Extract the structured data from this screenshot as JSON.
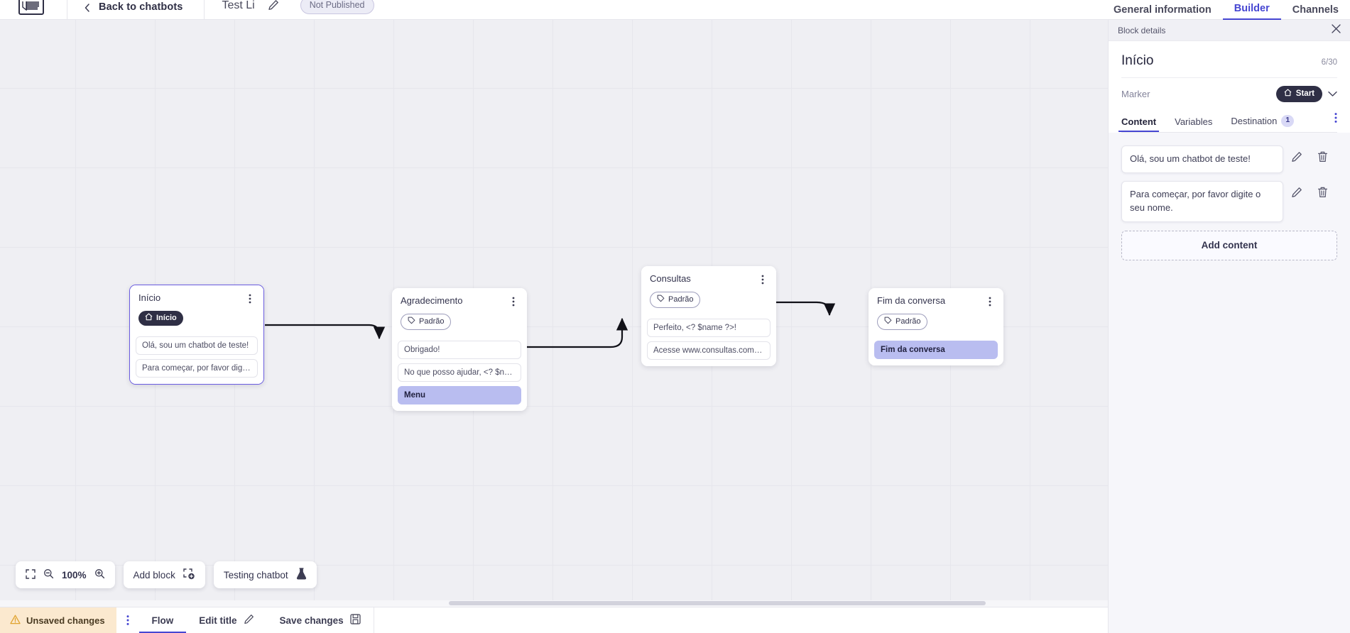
{
  "topbar": {
    "logo_icon": "chatbot-logo-icon",
    "back_label": "Back to chatbots",
    "back_icon": "chevron-left-icon",
    "bot_title": "Test Li",
    "edit_title_icon": "pencil-icon",
    "publish_status": "Not Published",
    "tabs": [
      {
        "label": "General information",
        "active": false
      },
      {
        "label": "Builder",
        "active": true
      },
      {
        "label": "Channels",
        "active": false
      }
    ]
  },
  "canvas": {
    "nodes": [
      {
        "title": "Início",
        "tag": "Início",
        "tag_type": "start",
        "tag_icon": "home-icon",
        "selected": true,
        "kebab_icon": "kebab-menu-icon",
        "messages": [
          {
            "text": "Olá, sou um chatbot de teste!",
            "highlight": false
          },
          {
            "text": "Para começar, por favor digite o ...",
            "highlight": false
          }
        ]
      },
      {
        "title": "Agradecimento",
        "tag": "Padrão",
        "tag_type": "padrao",
        "tag_icon": "tag-icon",
        "selected": false,
        "kebab_icon": "kebab-menu-icon",
        "messages": [
          {
            "text": "Obrigado!",
            "highlight": false
          },
          {
            "text": "No que posso ajudar, <? $name ...",
            "highlight": false
          },
          {
            "text": "Menu",
            "highlight": true
          }
        ]
      },
      {
        "title": "Consultas",
        "tag": "Padrão",
        "tag_type": "padrao",
        "tag_icon": "tag-icon",
        "selected": false,
        "kebab_icon": "kebab-menu-icon",
        "messages": [
          {
            "text": "Perfeito, <? $name ?>!",
            "highlight": false
          },
          {
            "text": "Acesse www.consultas.com par...",
            "highlight": false
          }
        ]
      },
      {
        "title": "Fim da conversa",
        "tag": "Padrão",
        "tag_type": "padrao",
        "tag_icon": "tag-icon",
        "selected": false,
        "kebab_icon": "kebab-menu-icon",
        "messages": [
          {
            "text": "Fim da conversa",
            "highlight": true
          }
        ]
      }
    ],
    "toolbar": {
      "fit_icon": "fit-screen-icon",
      "zoom_out_icon": "zoom-out-icon",
      "zoom_level": "100%",
      "zoom_in_icon": "zoom-in-icon",
      "add_block_label": "Add block",
      "add_block_icon": "add-block-icon",
      "testing_label": "Testing chatbot",
      "testing_icon": "flask-icon"
    }
  },
  "bottombar": {
    "unsaved_label": "Unsaved changes",
    "unsaved_icon": "warning-triangle-icon",
    "kebab_icon": "kebab-menu-icon",
    "flow_label": "Flow",
    "edit_title_label": "Edit title",
    "edit_title_icon": "pencil-icon",
    "save_label": "Save changes",
    "save_icon": "save-disk-icon"
  },
  "panel": {
    "header_label": "Block details",
    "close_icon": "close-icon",
    "block_title": "Início",
    "char_count": "6/30",
    "marker_label": "Marker",
    "marker_value": "Start",
    "marker_icon": "home-icon",
    "marker_caret_icon": "chevron-down-icon",
    "tabs": [
      {
        "label": "Content",
        "active": true,
        "badge": ""
      },
      {
        "label": "Variables",
        "active": false,
        "badge": ""
      },
      {
        "label": "Destination",
        "active": false,
        "badge": "1"
      }
    ],
    "tabs_kebab_icon": "kebab-menu-icon",
    "contents": [
      {
        "text": "Olá, sou um chatbot de teste!",
        "edit_icon": "pencil-icon",
        "delete_icon": "trash-icon"
      },
      {
        "text": "Para começar, por favor digite o seu nome.",
        "edit_icon": "pencil-icon",
        "delete_icon": "trash-icon"
      }
    ],
    "add_content_label": "Add content",
    "cursor_icon": "pointer-hand-cursor"
  },
  "colors": {
    "accent": "#4646d2",
    "node_selected_border": "#6a5ce0",
    "highlight_msg": "#b9bdf0",
    "warning_bg": "#fbe9cf",
    "dark_pill": "#2f2f45"
  }
}
